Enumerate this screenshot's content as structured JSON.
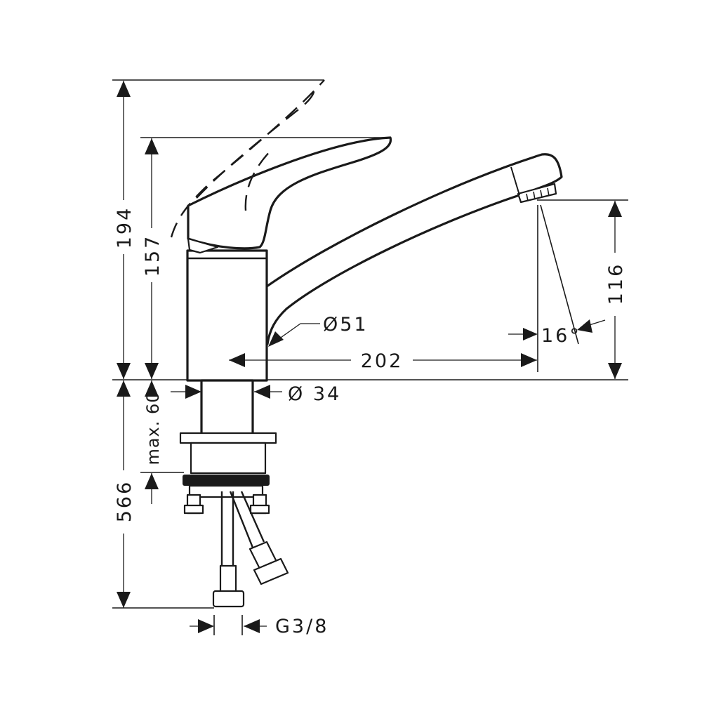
{
  "dimensions": {
    "total_height": "194",
    "lever_height": "157",
    "spout_height": "116",
    "body_diameter": "Ø51",
    "spout_reach": "202",
    "spout_angle": "16°",
    "shank_diameter": "Ø 34",
    "max_deck_thickness": "max. 60",
    "hose_length": "566",
    "connection_thread": "G3/8"
  }
}
